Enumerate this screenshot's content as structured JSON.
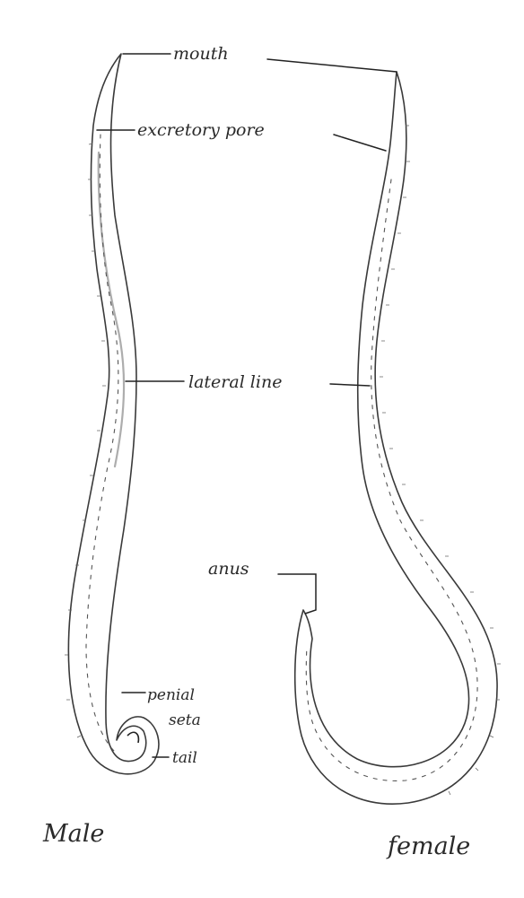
{
  "labels": {
    "mouth": "mouth",
    "excretory_pore": "excretory pore",
    "lateral_line": "lateral line",
    "anus": "anus",
    "penial": "penial",
    "seta": "seta",
    "tail": "tail"
  },
  "captions": {
    "male": "Male",
    "female": "female"
  }
}
